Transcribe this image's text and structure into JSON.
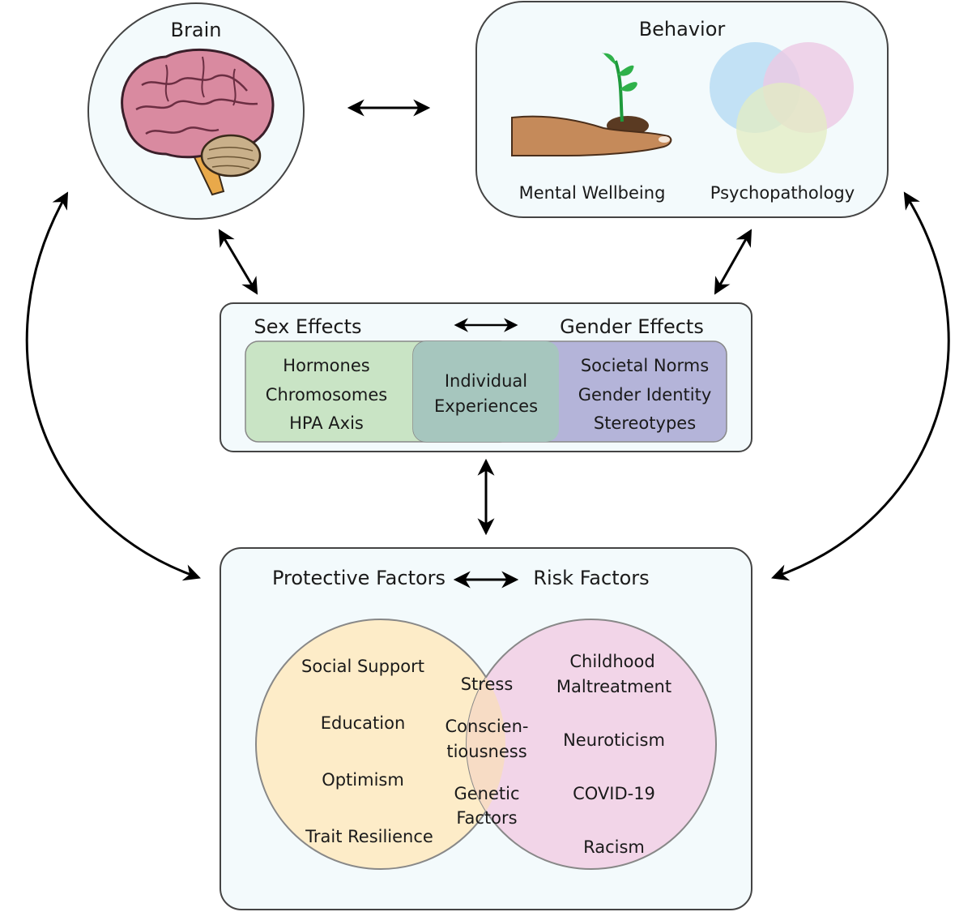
{
  "brain": {
    "title": "Brain",
    "illustration": "brain-icon"
  },
  "behavior": {
    "title": "Behavior",
    "mental_wellbeing": "Mental Wellbeing",
    "psychopathology": "Psychopathology",
    "illustrations": [
      "hand-with-seedling-icon",
      "venn-diagram-icon"
    ]
  },
  "sex_gender": {
    "sex_title": "Sex Effects",
    "gender_title": "Gender Effects",
    "sex_items": [
      "Hormones",
      "Chromosomes",
      "HPA Axis"
    ],
    "overlap_items": [
      "Individual",
      "Experiences"
    ],
    "gender_items": [
      "Societal Norms",
      "Gender Identity",
      "Stereotypes"
    ]
  },
  "factors": {
    "protective_title": "Protective Factors",
    "risk_title": "Risk Factors",
    "protective_items": [
      "Social Support",
      "Education",
      "Optimism",
      "Trait Resilience"
    ],
    "shared_items": [
      "Stress",
      "Conscien-",
      "tiousness",
      "Genetic",
      "Factors"
    ],
    "risk_items": [
      "Childhood",
      "Maltreatment",
      "Neuroticism",
      "COVID-19",
      "Racism"
    ]
  },
  "colors": {
    "box_fill": "#f3fafc",
    "box_stroke": "#444444",
    "sex_green": "#c9e4c5",
    "overlap_teal": "#a6c6be",
    "gender_lavender": "#b4b4d9",
    "protective_yellow": "#fdecc8",
    "risk_pink": "#f2d5e8",
    "shared_peach": "#f7dcc5",
    "venn_blue": "#b9dcf3",
    "venn_pink": "#ecc9e3",
    "venn_green": "#e3ecc2"
  }
}
